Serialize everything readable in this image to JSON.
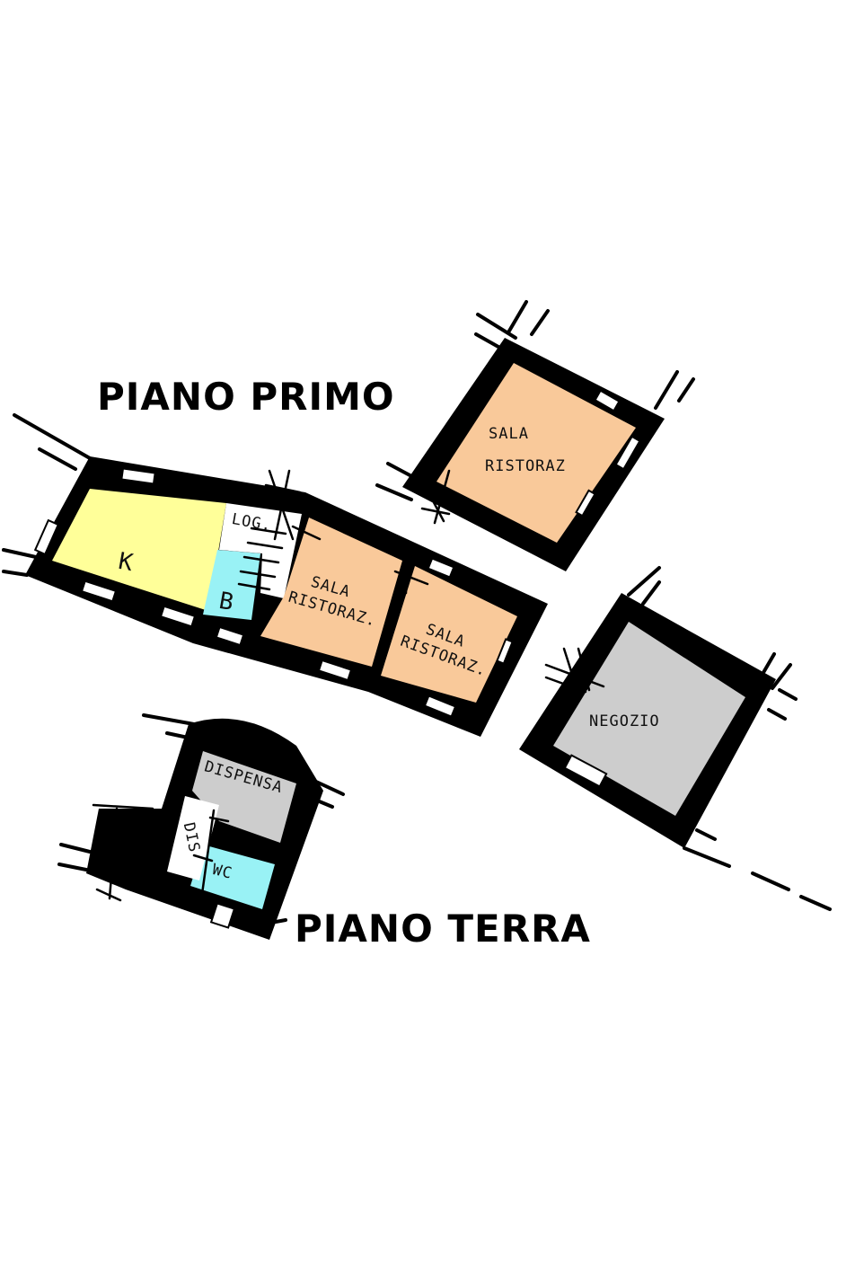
{
  "titles": {
    "first_floor": "PIANO PRIMO",
    "ground_floor": "PIANO TERRA"
  },
  "colors": {
    "kitchen": "#FFFF99",
    "bathroom": "#99F2F5",
    "dining": "#F9C99A",
    "shop": "#CDCDCD",
    "pantry": "#CDCDCD",
    "wc": "#99F2F5",
    "walls": "#000000",
    "background": "#FFFFFF"
  },
  "rooms": {
    "kitchen": {
      "label": "K"
    },
    "bathroom": {
      "label": "B"
    },
    "loggia": {
      "label": "LOG."
    },
    "dining_a": {
      "line1": "SALA",
      "line2": "RISTORAZ."
    },
    "dining_b": {
      "line1": "SALA",
      "line2": "RISTORAZ."
    },
    "dining_c": {
      "line1": "SALA",
      "line2": "RISTORAZ"
    },
    "shop": {
      "label": "NEGOZIO"
    },
    "pantry": {
      "label": "DISPENSA"
    },
    "hall": {
      "label": "DIS"
    },
    "wc": {
      "label": "WC"
    }
  }
}
